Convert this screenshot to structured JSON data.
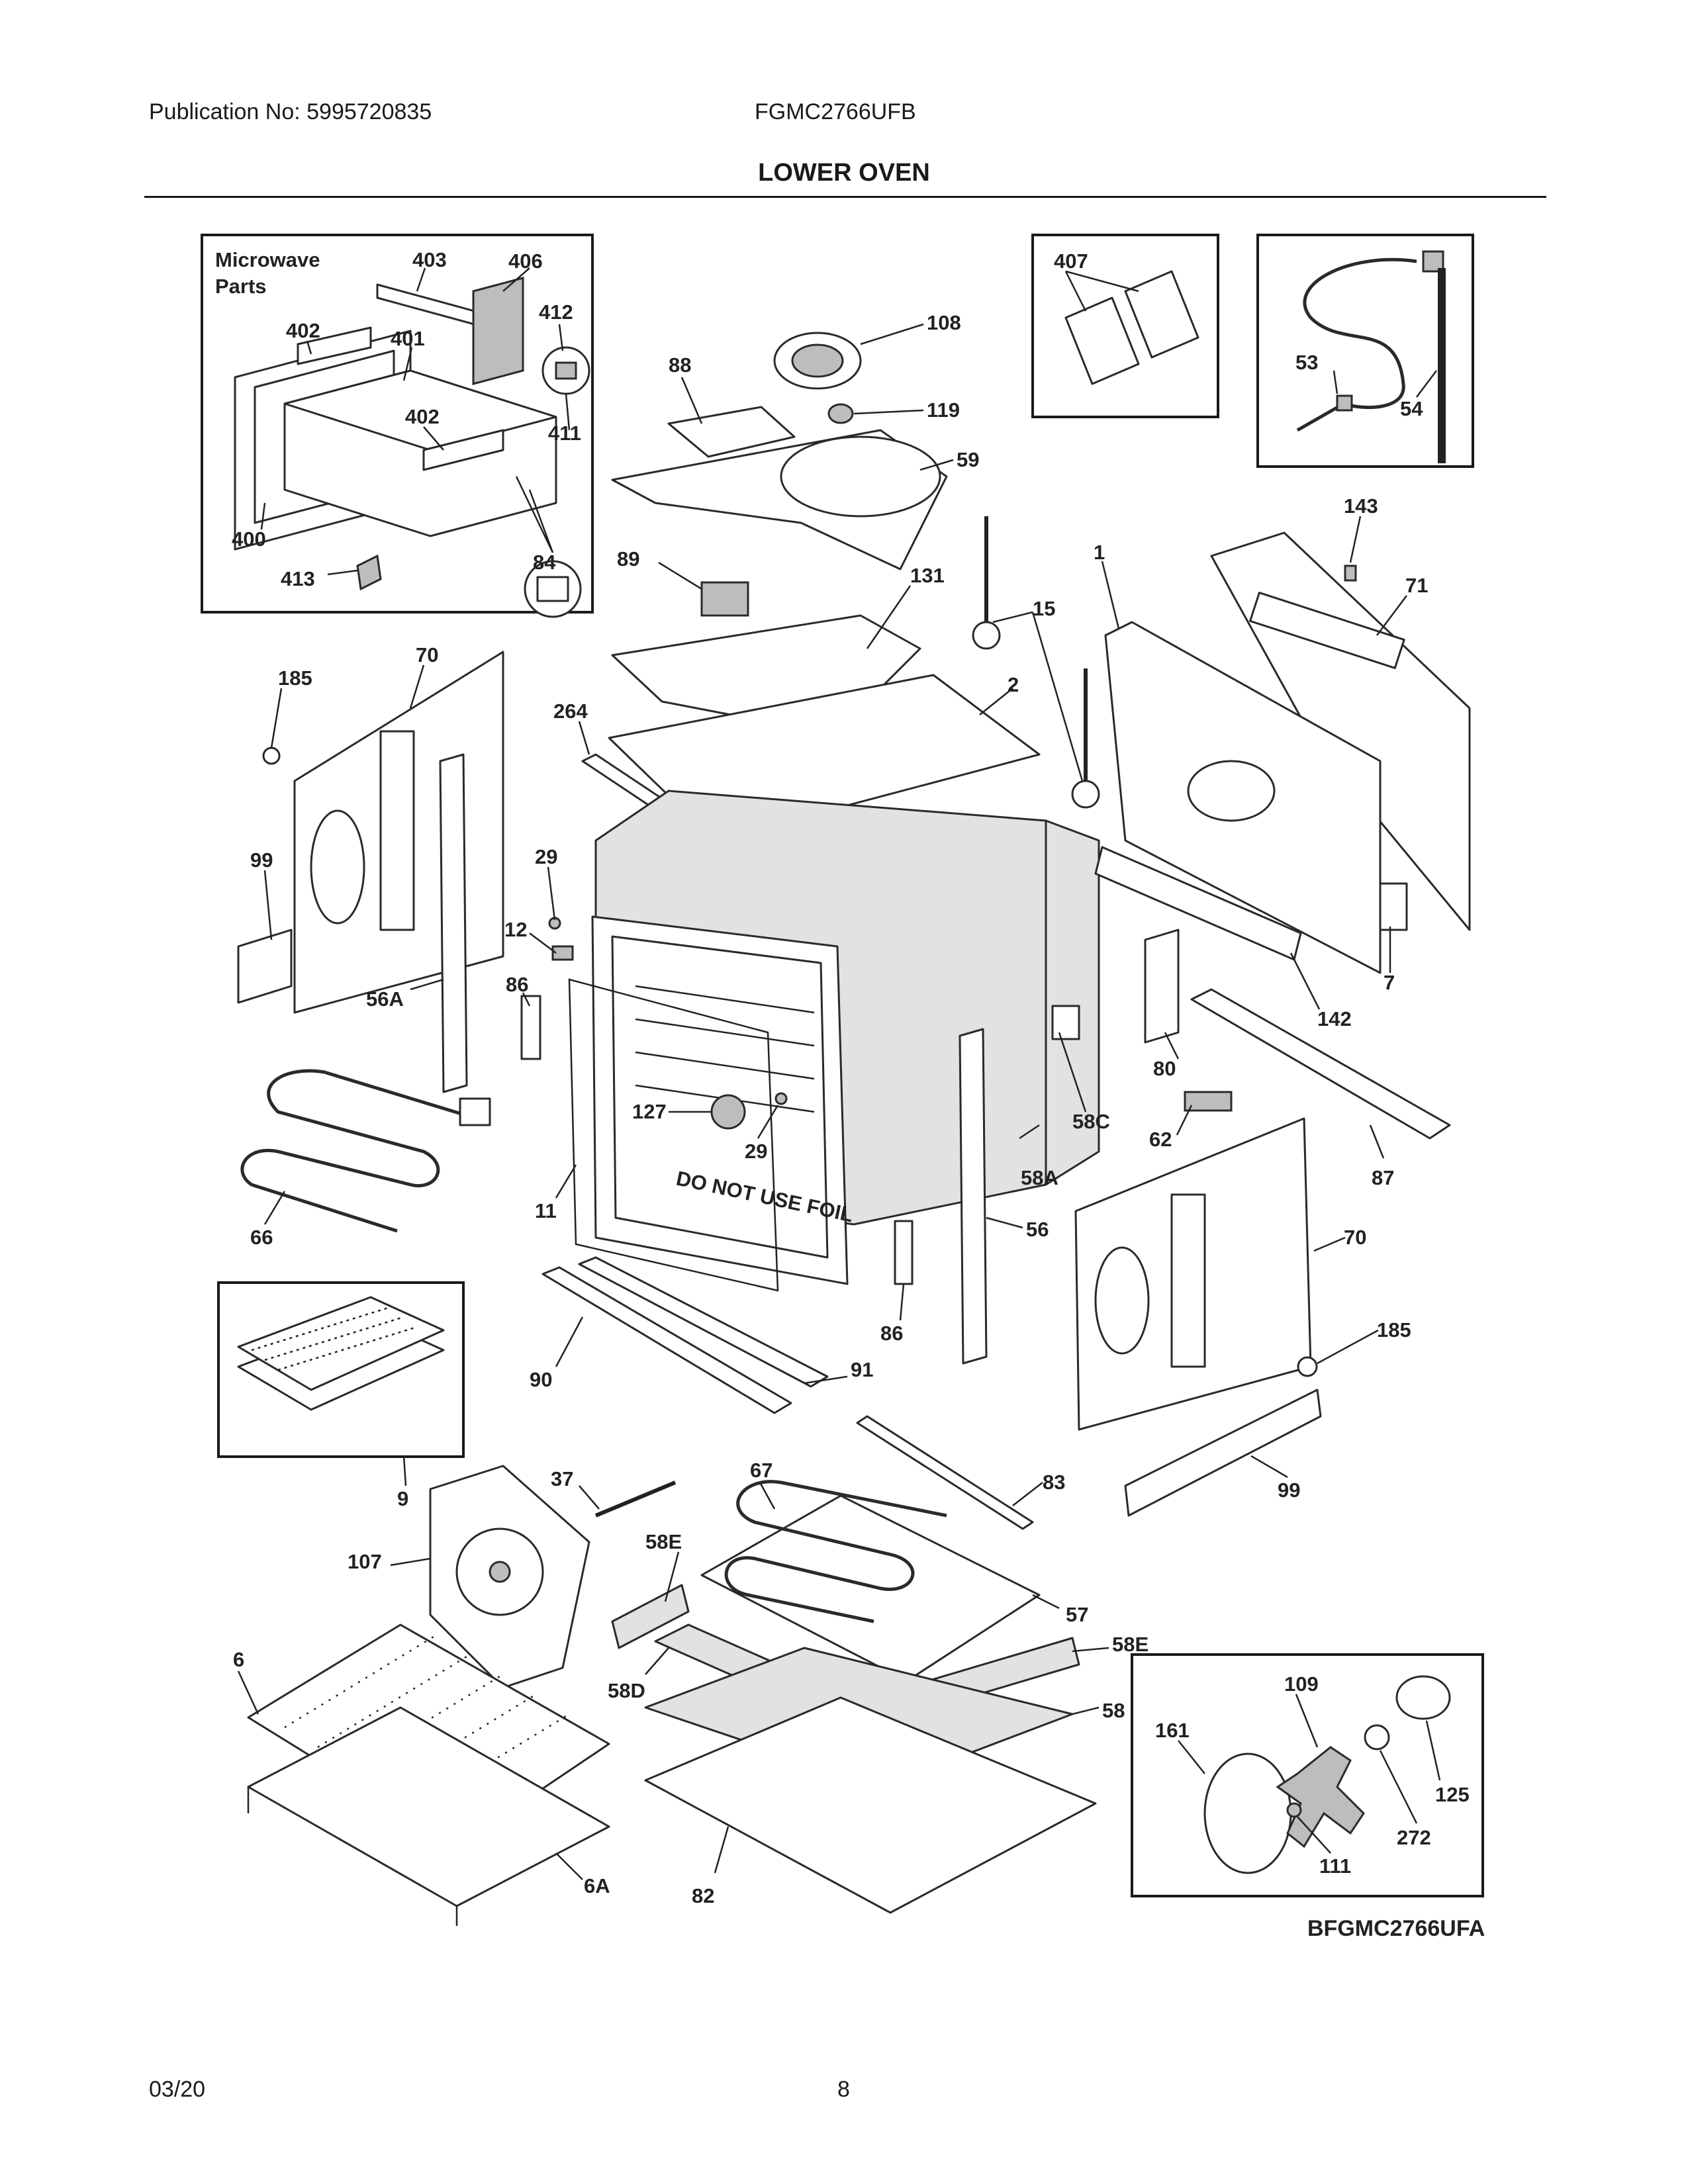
{
  "header": {
    "publication": "Publication No: 5995720835",
    "model": "FGMC2766UFB"
  },
  "title": "LOWER OVEN",
  "insets": {
    "microwave_title_line1": "Microwave",
    "microwave_title_line2": "Parts"
  },
  "callouts": {
    "p403": "403",
    "p406": "406",
    "p412": "412",
    "p402a": "402",
    "p401": "401",
    "p402b": "402",
    "p411": "411",
    "p400": "400",
    "p413": "413",
    "p84": "84",
    "p407": "407",
    "p53": "53",
    "p54": "54",
    "p88": "88",
    "p108": "108",
    "p119": "119",
    "p59": "59",
    "p89": "89",
    "p131": "131",
    "p15": "15",
    "p1": "1",
    "p143": "143",
    "p71": "71",
    "p70a": "70",
    "p185a": "185",
    "p264": "264",
    "p2": "2",
    "p99a": "99",
    "p29a": "29",
    "p12": "12",
    "p56A": "56A",
    "p86a": "86",
    "p127": "127",
    "p29b": "29",
    "p7": "7",
    "p142": "142",
    "p80": "80",
    "p58C": "58C",
    "p62": "62",
    "p87": "87",
    "p58A": "58A",
    "p66": "66",
    "p11": "11",
    "p56": "56",
    "p70b": "70",
    "p185b": "185",
    "p86b": "86",
    "p90": "90",
    "p91": "91",
    "p9": "9",
    "p99b": "99",
    "p37": "37",
    "p67": "67",
    "p83": "83",
    "p107": "107",
    "p58Ea": "58E",
    "p57": "57",
    "p58Eb": "58E",
    "p6": "6",
    "p58D": "58D",
    "p58": "58",
    "p109": "109",
    "p161": "161",
    "p125": "125",
    "p272": "272",
    "p111": "111",
    "p6A": "6A",
    "p82": "82"
  },
  "oven_label": "DO NOT USE FOIL",
  "diagram_code": "BFGMC2766UFA",
  "footer": {
    "date": "03/20",
    "page": "8"
  }
}
